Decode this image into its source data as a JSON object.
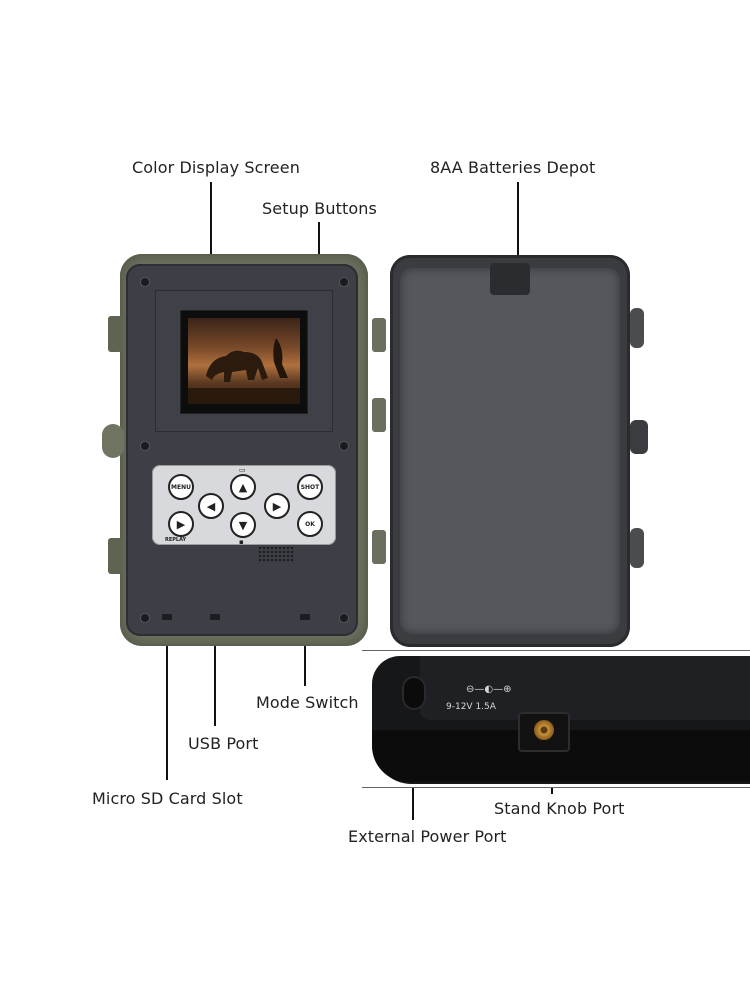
{
  "callouts": {
    "color_display_screen": "Color Display Screen",
    "batteries_depot": "8AA Batteries Depot",
    "setup_buttons": "Setup Buttons",
    "mode_switch": "Mode Switch",
    "usb_port": "USB Port",
    "micro_sd_slot": "Micro SD Card Slot",
    "stand_knob_port": "Stand Knob Port",
    "external_power_port": "External Power Port"
  },
  "button_labels": {
    "menu": "MENU",
    "shot": "SHOT",
    "ok": "OK",
    "replay": "REPLAY"
  },
  "power_rating": "9-12V 1.5A",
  "colors": {
    "body": "#6f7561",
    "panel": "#3c3f45",
    "door": "#3a3c40",
    "brass": "#c8923c"
  }
}
